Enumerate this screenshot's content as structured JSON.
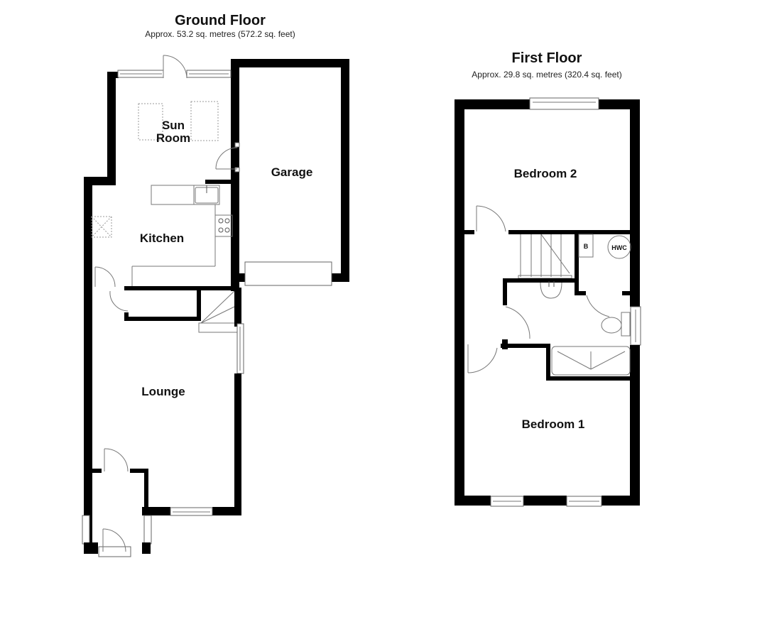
{
  "ground_floor": {
    "title": "Ground Floor",
    "area": "Approx. 53.2 sq. metres (572.2 sq. feet)",
    "rooms": {
      "sun_room_line1": "Sun",
      "sun_room_line2": "Room",
      "garage": "Garage",
      "kitchen": "Kitchen",
      "lounge": "Lounge"
    }
  },
  "first_floor": {
    "title": "First Floor",
    "area": "Approx. 29.8 sq. metres (320.4 sq. feet)",
    "rooms": {
      "bedroom_2": "Bedroom 2",
      "bedroom_1": "Bedroom 1",
      "boiler": "B",
      "hot_water_cylinder": "HWC"
    }
  },
  "colors": {
    "wall": "#000000",
    "fixture_line": "#777777",
    "background": "#ffffff"
  }
}
